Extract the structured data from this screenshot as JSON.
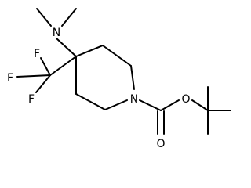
{
  "molecule": {
    "atoms": {
      "N_dimethylamino": "N",
      "N_ring": "N",
      "O_ester": "O",
      "O_carbonyl": "O",
      "F1": "F",
      "F2": "F",
      "F3": "F"
    },
    "colors": {
      "bond": "#000000",
      "label": "#000000",
      "background": "#ffffff"
    }
  }
}
